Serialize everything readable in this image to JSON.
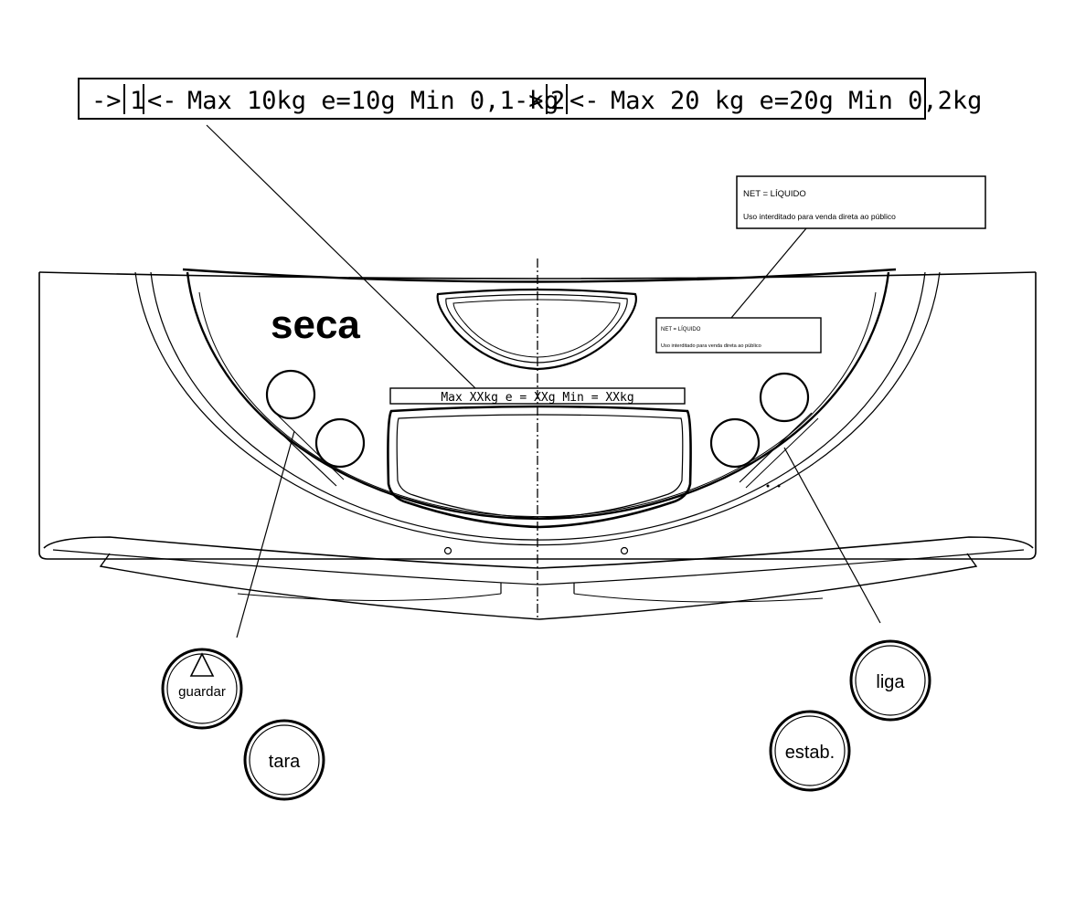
{
  "banner": {
    "range1_arrow_left": "->",
    "range1_number": "1",
    "range1_arrow_right": "<-",
    "range1_spec": "Max 10kg e=10g Min 0,1 kg",
    "range2_arrow_left": "->",
    "range2_number": "2",
    "range2_arrow_right": "<-",
    "range2_spec": "Max 20 kg e=20g Min 0,2kg"
  },
  "net_box": {
    "line1": "NET = LÍQUIDO",
    "line2": "Uso interditado para venda direta ao público"
  },
  "scale": {
    "brand": "seca",
    "spec_label": "Max XXkg e = XXg Min = XXkg",
    "net_label_line1": "NET = LÍQUIDO",
    "net_label_line2": "Uso interditado para venda direta ao público"
  },
  "buttons": {
    "guardar": "guardar",
    "tara": "tara",
    "liga": "liga",
    "estab": "estab."
  },
  "colors": {
    "line": "#000000",
    "fill": "#ffffff"
  }
}
